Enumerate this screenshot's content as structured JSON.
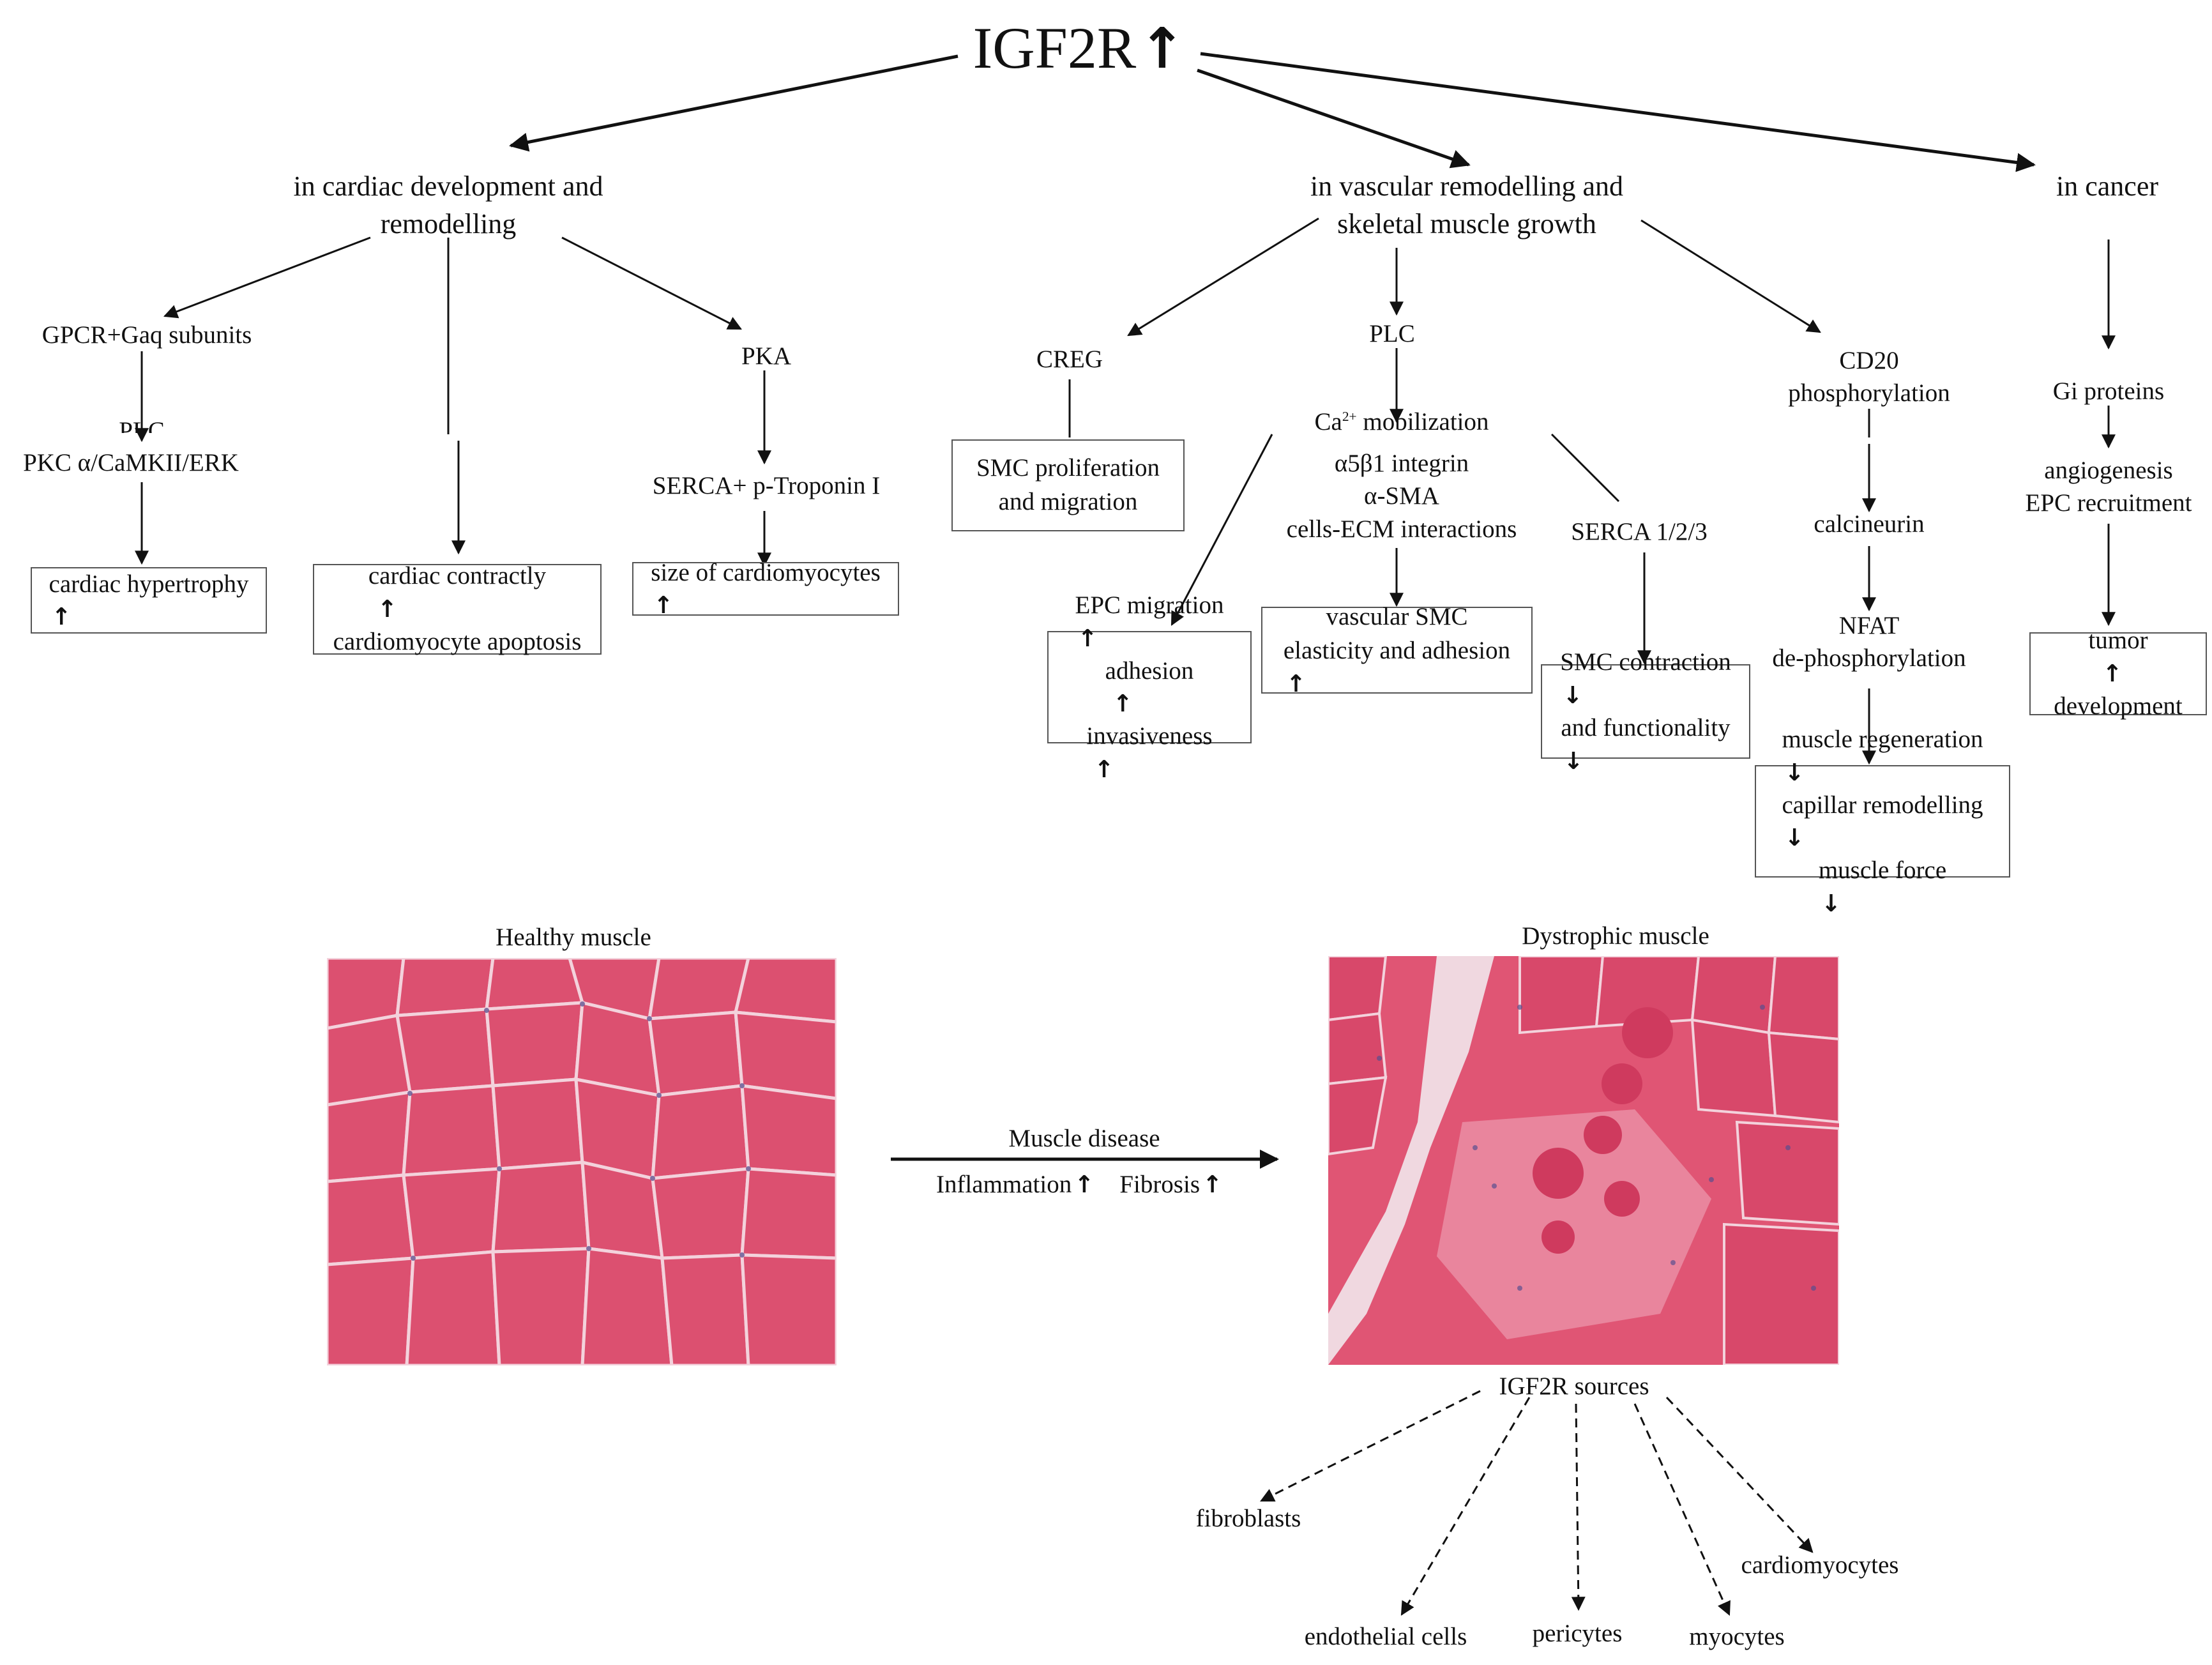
{
  "title": "IGF2R",
  "up_arrow": "↑",
  "down_arrow": "↓",
  "branches": {
    "cardiac": {
      "heading_line1": "in cardiac development and",
      "heading_line2": "remodelling",
      "gpcr": "GPCR+Gaq subunits",
      "plc": "PLC",
      "pkc": "PKC α/CaMKII/ERK",
      "hypertrophy": "cardiac hypertrophy",
      "contractility": "cardiac contractly",
      "apoptosis": "cardiomyocyte apoptosis",
      "pka": "PKA",
      "serca": "SERCA+ p-Troponin I",
      "size": "size of cardiomyocytes"
    },
    "vascular": {
      "heading_line1": "in vascular remodelling and",
      "heading_line2": "skeletal muscle growth",
      "creg": "CREG",
      "smc_prolif": "SMC proliferation",
      "smc_migration": "and migration",
      "plc": "PLC",
      "ca_prefix": "Ca",
      "ca_sup": "2+",
      "ca_suffix": " mobilization",
      "integrin": "α5β1 integrin",
      "sma": "α-SMA",
      "ecm": "cells-ECM interactions",
      "serca": "SERCA 1/2/3",
      "epc_migration": "EPC migration",
      "epc_adhesion": "adhesion",
      "epc_invasive": "invasiveness",
      "vsmc_line1": "vascular SMC",
      "vsmc_line2": "elasticity and adhesion",
      "smc_contraction": "SMC contraction",
      "smc_function": "and functionality",
      "cd20_line1": "CD20",
      "cd20_line2": "phosphorylation",
      "calcineurin": "calcineurin",
      "nfat_line1": "NFAT",
      "nfat_line2": "de-phosphorylation",
      "muscle_regen": "muscle regeneration",
      "capillar": "capillar remodelling",
      "muscle_force": "muscle force"
    },
    "cancer": {
      "heading": "in cancer",
      "gi": "Gi proteins",
      "angio": "angiogenesis",
      "epc_recruit": "EPC recruitment",
      "tumor": "tumor",
      "development": "development"
    }
  },
  "muscle": {
    "healthy_label": "Healthy muscle",
    "dystrophic_label": "Dystrophic muscle",
    "disease_label": "Muscle disease",
    "inflammation": "Inflammation",
    "fibrosis": "Fibrosis",
    "sources_label": "IGF2R sources",
    "sources": [
      "fibroblasts",
      "endothelial cells",
      "pericytes",
      "myocytes",
      "cardiomyocytes"
    ]
  },
  "colors": {
    "muscle_pink": "#dd4e6f",
    "muscle_light": "#f0c6d0",
    "nuclei": "#5a4f8f",
    "line": "#111111",
    "box_border": "#555555"
  }
}
